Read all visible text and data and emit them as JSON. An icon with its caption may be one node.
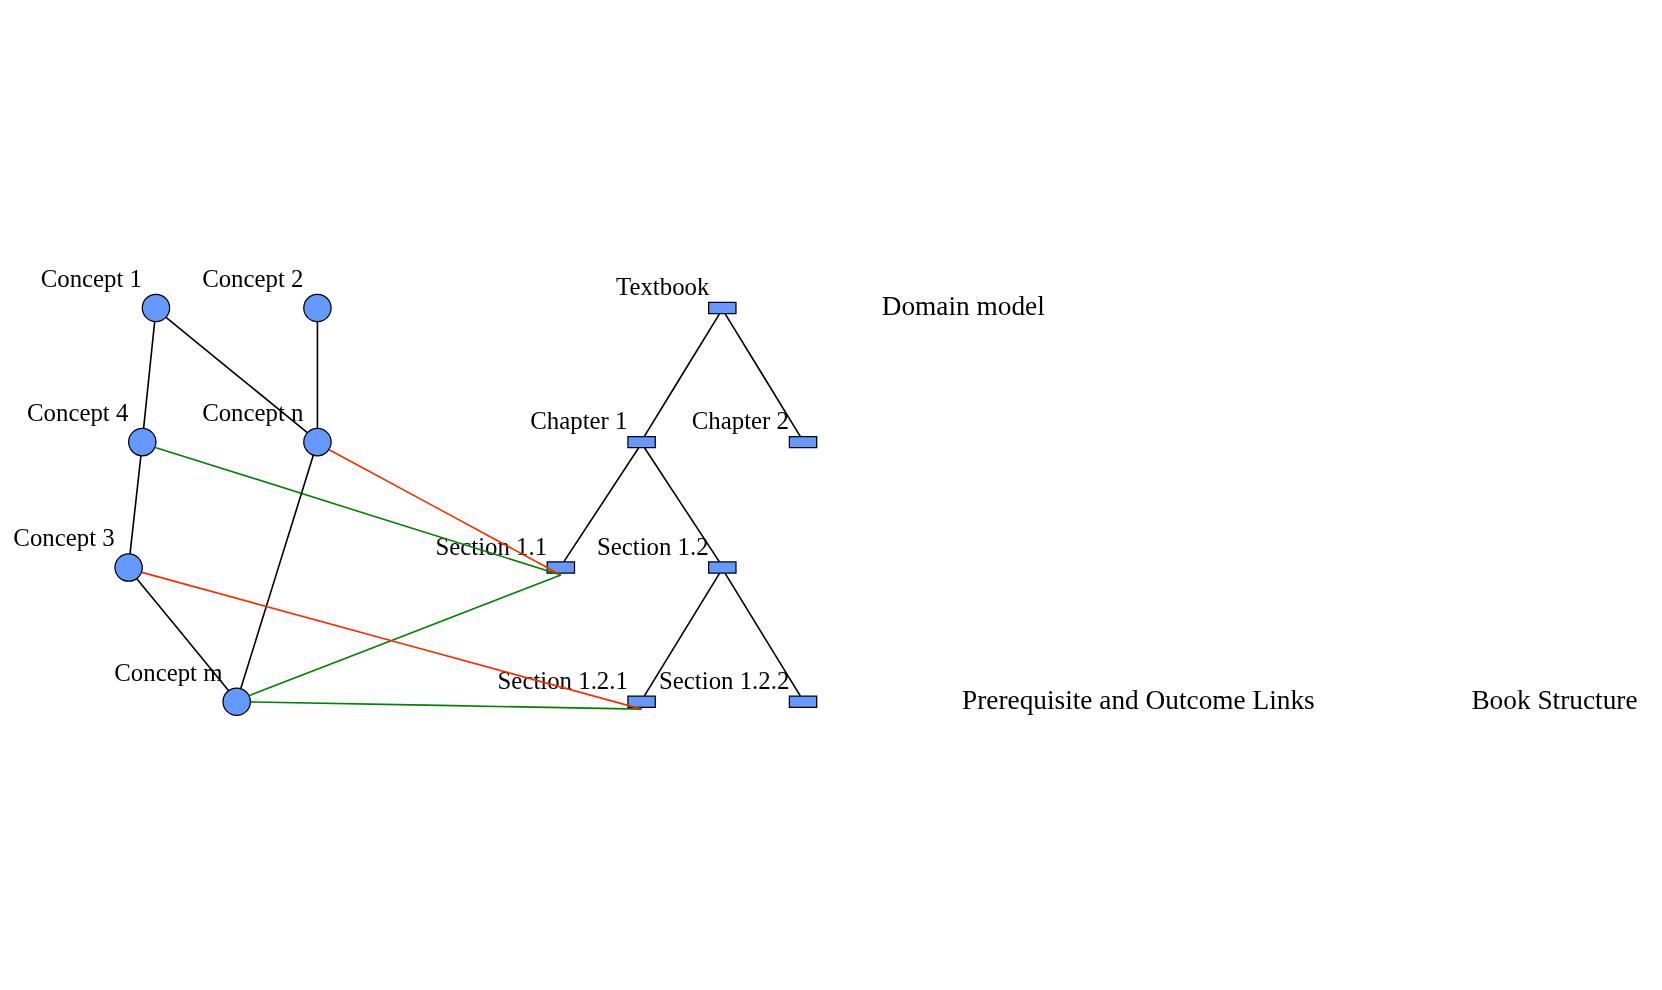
{
  "diagram": {
    "nodes": [
      {
        "text": [],
        "shape": "circle",
        "beside": [
          "Concept 1"
        ]
      },
      {
        "text": [],
        "shape": "circle",
        "beside": [
          "Concept 4"
        ]
      },
      {
        "text": [],
        "shape": "circle",
        "beside": [
          "Concept n"
        ]
      },
      {
        "text": [],
        "shape": "circle",
        "beside": [
          "Concept 2"
        ]
      },
      {
        "text": [],
        "shape": "circle",
        "beside": [
          "Concept m"
        ]
      },
      {
        "text": [],
        "shape": "circle",
        "beside": [
          "Concept 3"
        ]
      },
      {
        "text": [],
        "shape": "bar",
        "beside": [
          "Textbook"
        ]
      },
      {
        "text": [],
        "shape": "bar",
        "beside": [
          "Chapter 1"
        ]
      },
      {
        "text": [],
        "shape": "bar",
        "beside": [
          "Chapter 2"
        ]
      },
      {
        "text": [],
        "shape": "bar",
        "beside": [
          "Section 1.1"
        ]
      },
      {
        "text": [],
        "shape": "bar",
        "beside": [
          "Section 1.2"
        ]
      },
      {
        "text": [],
        "shape": "bar",
        "beside": [
          "Section 1.2.1"
        ]
      },
      {
        "text": [],
        "shape": "bar",
        "beside": [
          "Section 1.2.2"
        ]
      }
    ],
    "edges": [
      {
        "from": 0,
        "to": 1,
        "arrow": "none"
      },
      {
        "from": 0,
        "to": 2,
        "arrow": "none"
      },
      {
        "from": 1,
        "to": 5,
        "arrow": "none"
      },
      {
        "from": 3,
        "to": 2,
        "arrow": "none"
      },
      {
        "from": 2,
        "to": 4,
        "arrow": "none"
      },
      {
        "from": 5,
        "to": 4,
        "arrow": "none"
      },
      {
        "from": 1,
        "to": 9,
        "arrow": "none",
        "color": "#008000"
      },
      {
        "from": 2,
        "to": 9,
        "arrow": "none",
        "color": "#ff2a00"
      },
      {
        "from": 4,
        "to": 9,
        "arrow": "none",
        "color": "#008000"
      },
      {
        "from": 4,
        "to": 11,
        "arrow": "none",
        "color": "#008000"
      },
      {
        "from": 5,
        "to": 11,
        "arrow": "none",
        "color": "#ff2a00"
      },
      {
        "from": 6,
        "to": 7,
        "arrow": "none"
      },
      {
        "from": 6,
        "to": 8,
        "arrow": "none"
      },
      {
        "from": 7,
        "to": 9,
        "arrow": "none"
      },
      {
        "from": 7,
        "to": 10,
        "arrow": "none"
      },
      {
        "from": 10,
        "to": 11,
        "arrow": "none"
      },
      {
        "from": 10,
        "to": 12,
        "arrow": "none"
      }
    ],
    "labels": [
      "Domain model",
      "Prerequisite and Outcome Links",
      "Book Structure"
    ]
  }
}
